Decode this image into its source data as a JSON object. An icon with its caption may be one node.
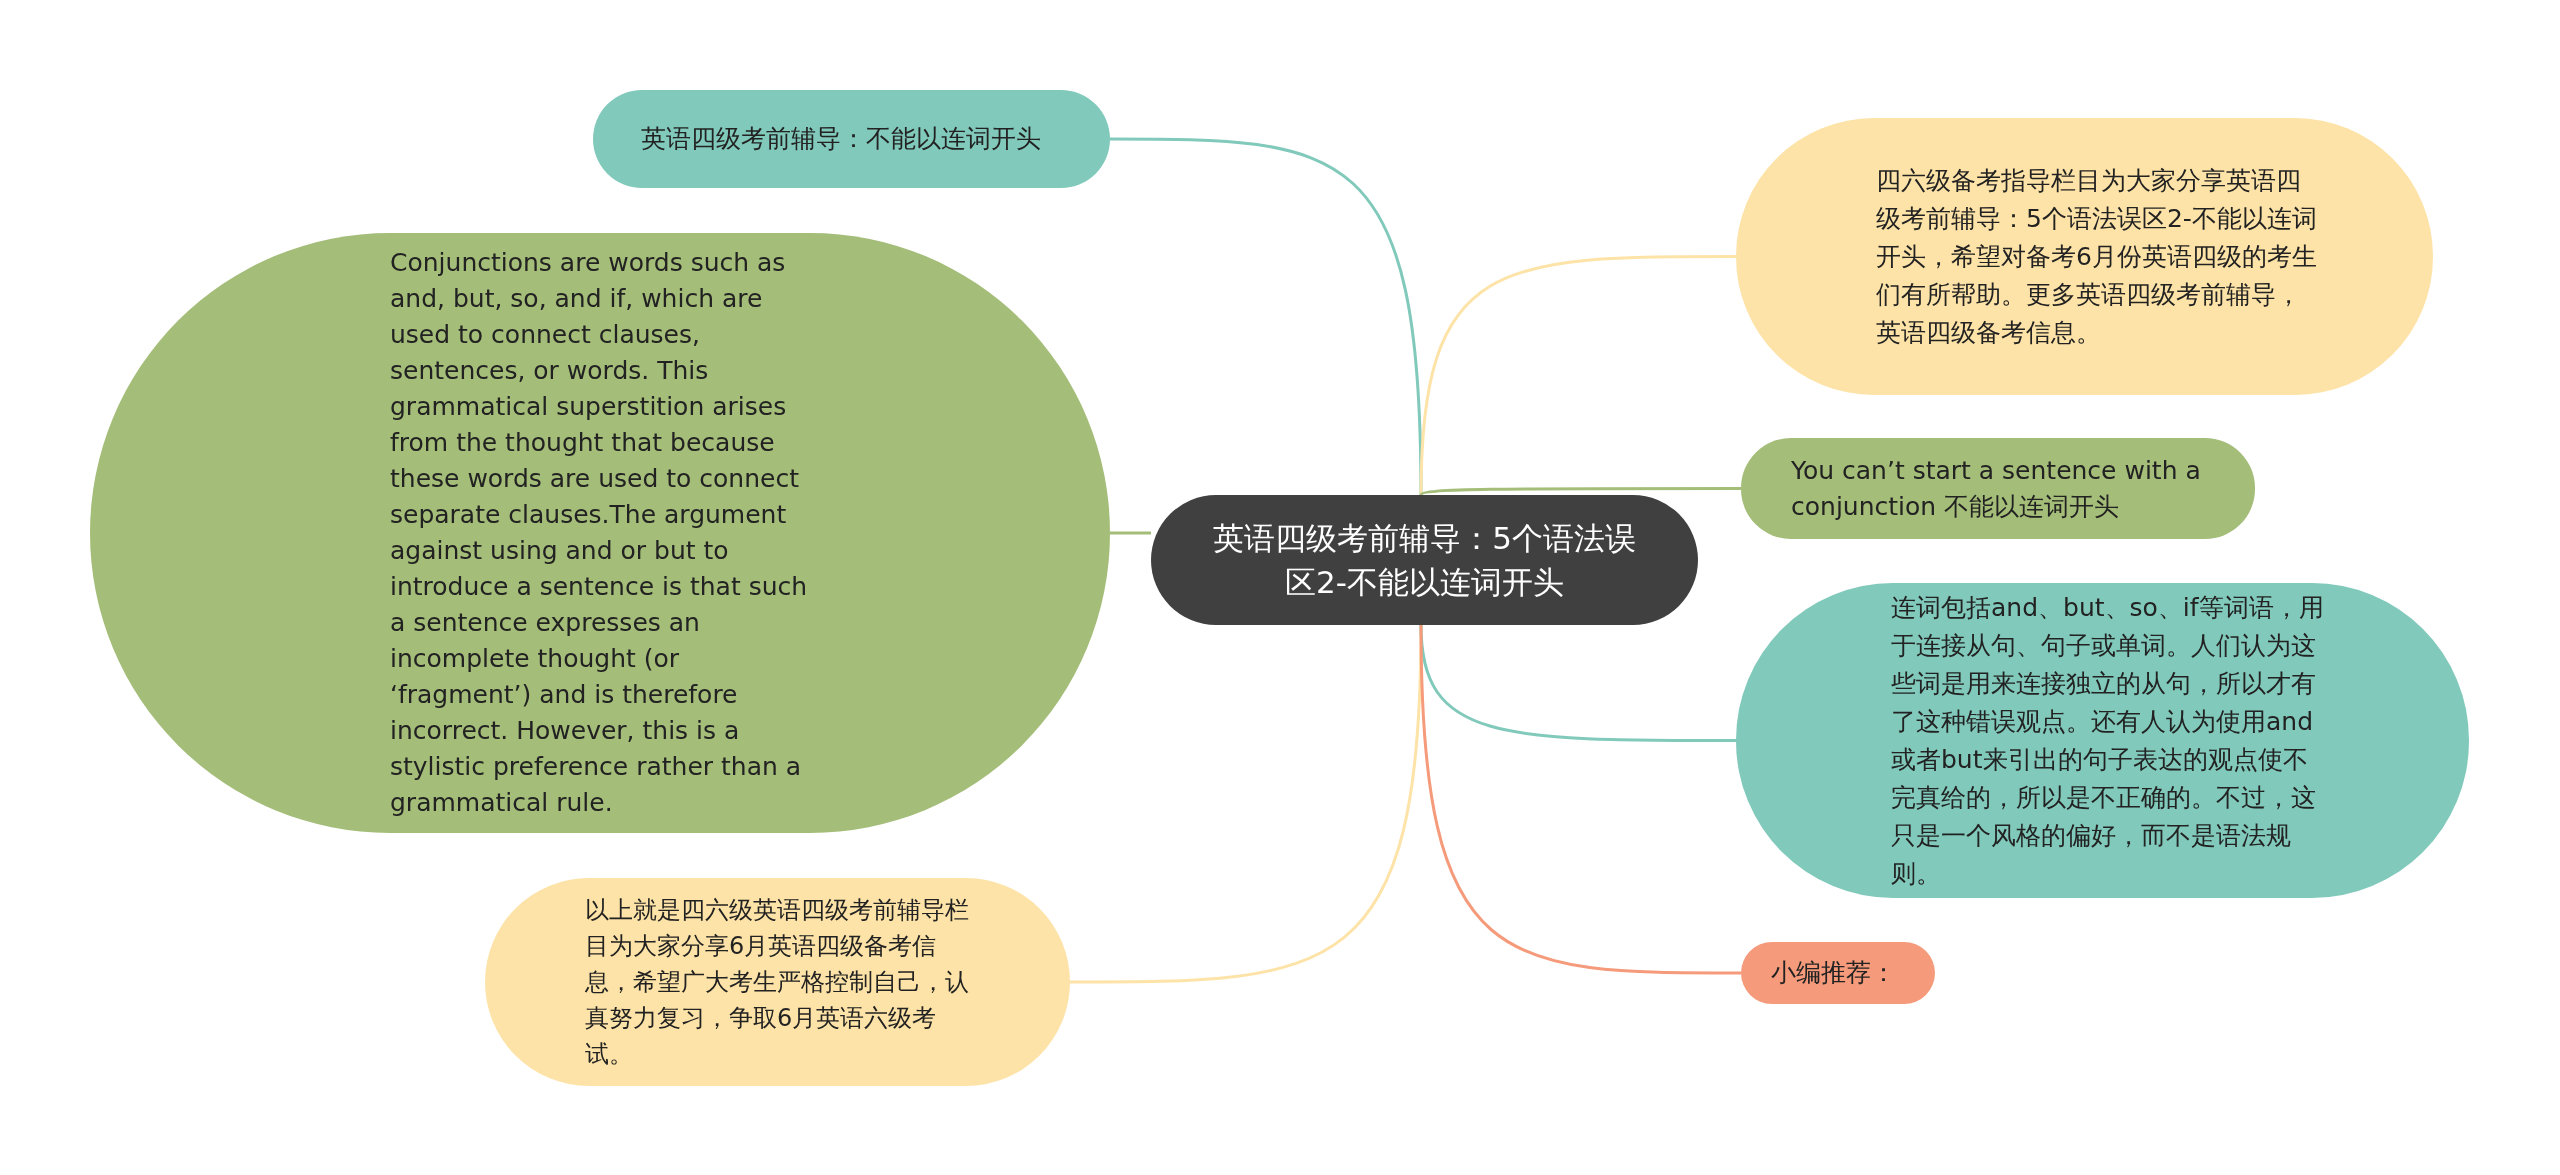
{
  "diagram": {
    "nodes": [
      {
        "text": [
          "英语四级考前辅导：5个语法误区2-不能以连词开头"
        ]
      },
      {
        "text": [
          "英语四级考前辅导：不能以连词开头"
        ]
      },
      {
        "text": [
          "Conjunctions are words such as and, but, so, and if, which are used to connect clauses, sentences, or words. This grammatical superstition arises from the thought that because these words are used to connect separate clauses.The argument against using and or but to introduce a sentence is that such a sentence expresses an incomplete thought (or ‘fragment’) and is therefore incorrect. However, this is a stylistic preference rather than a grammatical rule."
        ]
      },
      {
        "text": [
          "以上就是四六级英语四级考前辅导栏目为大家分享6月英语四级备考信息，希望广大考生严格控制自己，认真努力复习，争取6月英语六级考试。"
        ]
      },
      {
        "text": [
          "四六级备考指导栏目为大家分享英语四级考前辅导：5个语法误区2-不能以连词开头，希望对备考6月份英语四级的考生们有所帮助。更多英语四级考前辅导，英语四级备考信息。"
        ]
      },
      {
        "text": [
          "You can’t start a sentence with a conjunction 不能以连词开头"
        ]
      },
      {
        "text": [
          "连词包括and、but、so、if等词语，用于连接从句、句子或单词。人们认为这些词是用来连接独立的从句，所以才有了这种错误观点。还有人认为使用and或者but来引出的句子表达的观点使不完真给的，所以是不正确的。不过，这只是一个风格的偏好，而不是语法规则。"
        ]
      },
      {
        "text": [
          "小编推荐："
        ]
      }
    ],
    "edges": [
      {
        "from": 0,
        "to": 1,
        "arrow": "none",
        "color": "#80c9bb"
      },
      {
        "from": 0,
        "to": 2,
        "arrow": "none",
        "color": "#a4bd78"
      },
      {
        "from": 0,
        "to": 3,
        "arrow": "none",
        "color": "#fde3a7"
      },
      {
        "from": 0,
        "to": 4,
        "arrow": "none",
        "color": "#fde3a7"
      },
      {
        "from": 0,
        "to": 5,
        "arrow": "none",
        "color": "#a4bd78"
      },
      {
        "from": 0,
        "to": 6,
        "arrow": "none",
        "color": "#80c9bb"
      },
      {
        "from": 0,
        "to": 7,
        "arrow": "none",
        "color": "#f59a7a"
      }
    ]
  }
}
